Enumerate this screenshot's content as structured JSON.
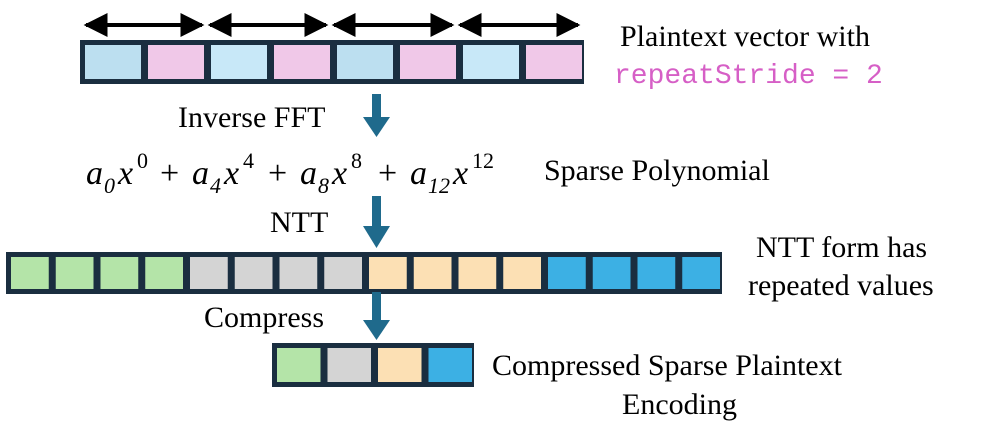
{
  "labels": {
    "plaintext_line1": "Plaintext vector with",
    "plaintext_line2": "repeatStride = 2",
    "inverse_fft": "Inverse FFT",
    "sparse_polynomial": "Sparse Polynomial",
    "ntt": "NTT",
    "ntt_form_line1": "NTT form has",
    "ntt_form_line2": "repeated values",
    "compress": "Compress",
    "compressed_line1": "Compressed Sparse Plaintext",
    "compressed_line2": "Encoding"
  },
  "polynomial": {
    "terms": [
      {
        "coef": "a",
        "sub": "0",
        "var": "x",
        "exp": "0"
      },
      {
        "coef": "a",
        "sub": "4",
        "var": "x",
        "exp": "4"
      },
      {
        "coef": "a",
        "sub": "8",
        "var": "x",
        "exp": "8"
      },
      {
        "coef": "a",
        "sub": "12",
        "var": "x",
        "exp": "12"
      }
    ],
    "operator": "+"
  },
  "colors": {
    "cell_blue": "#bcdff0",
    "cell_pink": "#f0c8e8",
    "cell_lightblue": "#c8e8f8",
    "cell_green": "#b4e4a8",
    "cell_gray": "#d4d4d4",
    "cell_orange": "#fce0b4",
    "cell_strongblue": "#3cb0e4",
    "border": "#1a2e40",
    "arrow": "#1f6a8c",
    "stride_text": "#d65fc6"
  },
  "plaintext_vector": [
    "blue",
    "pink",
    "lightblue",
    "pink",
    "blue",
    "pink",
    "lightblue",
    "pink"
  ],
  "ntt_vector": [
    "green",
    "green",
    "green",
    "green",
    "gray",
    "gray",
    "gray",
    "gray",
    "orange",
    "orange",
    "orange",
    "orange",
    "strongblue",
    "strongblue",
    "strongblue",
    "strongblue"
  ],
  "compressed_vector": [
    "green",
    "gray",
    "orange",
    "strongblue"
  ]
}
